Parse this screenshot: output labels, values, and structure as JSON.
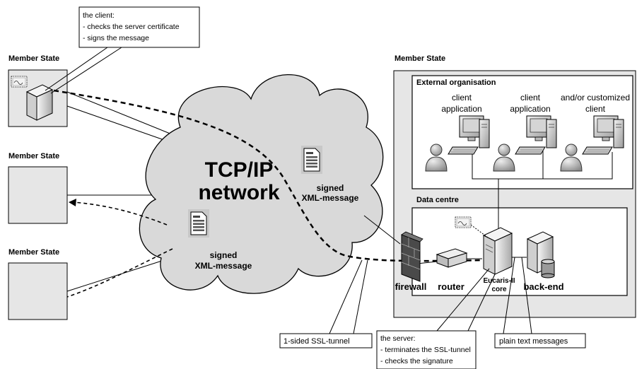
{
  "callouts": {
    "client": {
      "title": "the client:",
      "line1": "- checks the server certificate",
      "line2": "- signs the message"
    },
    "server": {
      "title": "the server:",
      "line1": "- terminates the SSL-tunnel",
      "line2": "- checks the signature"
    },
    "ssl_tunnel": "1-sided SSL-tunnel",
    "plain_text": "plain text messages"
  },
  "member_states": {
    "ms1": "Member State",
    "ms2": "Member State",
    "ms3": "Member State",
    "ms_right": "Member State"
  },
  "network": {
    "line1": "TCP/IP",
    "line2": "network",
    "message1": {
      "line1": "signed",
      "line2": "XML-message"
    },
    "message2": {
      "line1": "signed",
      "line2": "XML-message"
    }
  },
  "external_org": {
    "title": "External organisation",
    "client1": {
      "line1": "client",
      "line2": "application"
    },
    "client2": {
      "line1": "client",
      "line2": "application"
    },
    "client3": {
      "line1": "and/or customized",
      "line2": "client"
    }
  },
  "data_centre": {
    "title": "Data centre",
    "firewall": "firewall",
    "router": "router",
    "core_line1": "Eucaris-II",
    "core_line2": "core",
    "backend": "back-end"
  },
  "colors": {
    "panel_gray": "#e6e6e6",
    "cloud_gray": "#d9d9d9",
    "stroke": "#000000"
  }
}
